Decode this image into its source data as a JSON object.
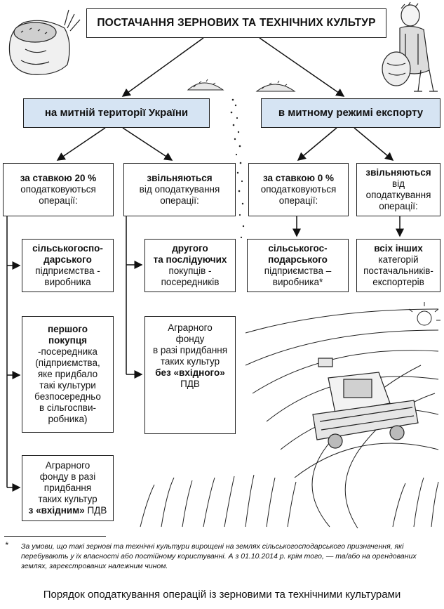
{
  "title": "ПОСТАЧАННЯ ЗЕРНОВИХ ТА ТЕХНІЧНИХ КУЛЬТУР",
  "branches": {
    "left": "на митній території України",
    "right": "в митному режимі експорту"
  },
  "rules": {
    "tax20": {
      "b": "за ставкою 20 %",
      "l1": "оподатковуються",
      "l2": "операції:"
    },
    "exempt_left": {
      "b": "звільняються",
      "l1": "від оподаткування",
      "l2": "операції:"
    },
    "tax0": {
      "b": "за ставкою 0 %",
      "l1": "оподатковуються",
      "l2": "операції:"
    },
    "exempt_right": {
      "b": "звільняються",
      "l1": "від",
      "l2": "оподаткування",
      "l3": "операції:"
    }
  },
  "ops": {
    "producer_left": {
      "b1": "сільськогоспо-",
      "b2": "дарського",
      "l1": "підприємства -",
      "l2": "виробника"
    },
    "first_buyer": {
      "b1": "першого",
      "b2": "покупця",
      "l1": "-посередника",
      "l2": "(підприємства,",
      "l3": "яке придбало",
      "l4": "такі культури",
      "l5": "безпосередньо",
      "l6": "в сільгоспви-",
      "l7": "робника)"
    },
    "agrarian_with_vat": {
      "l1": "Аграрного",
      "l2": "фонду в разі",
      "l3": "придбання",
      "l4": "таких культур",
      "b": "з «вхідним»",
      "l5": "ПДВ"
    },
    "second_buyers": {
      "b1": "другого",
      "b2": "та послідуючих",
      "l1": "покупців -",
      "l2": "посередників"
    },
    "agrarian_no_vat": {
      "l1": "Аграрного",
      "l2": "фонду",
      "l3": "в разі придбання",
      "l4": "таких культур",
      "b": "без «вхідного»",
      "l5": "ПДВ"
    },
    "producer_right": {
      "b1": "сільськогос-",
      "b2": "подарського",
      "l1": "підприємства –",
      "l2": "виробника*"
    },
    "all_others": {
      "b1": "всіх інших",
      "l1": "категорій",
      "l2": "постачальників-",
      "l3": "експортерів"
    }
  },
  "footnote": {
    "star": "*",
    "text": "За умови, що такі зернові та технічні культури вирощені на землях сільськогосподарського призначення, які перебувають у їх власності або постійному користуванні. А з 01.10.2014 р. крім того, — та/або на орендованих землях, зареєстрованих належним чином."
  },
  "caption": "Порядок оподаткування операцій із зерновими та технічними культурами",
  "colors": {
    "branch_fill": "#d6e4f3",
    "border": "#222222"
  }
}
